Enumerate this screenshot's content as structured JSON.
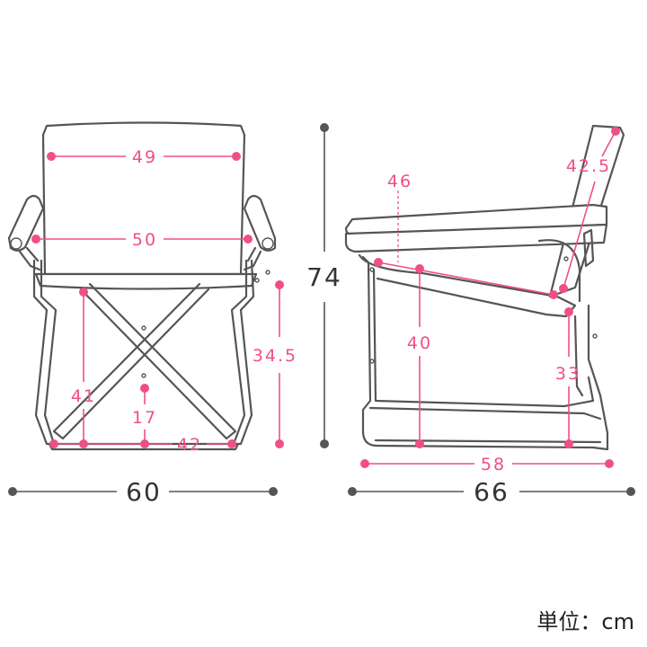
{
  "front_view": {
    "width": "60",
    "height": "74",
    "dims": {
      "back_width": "49",
      "arm_width": "50",
      "arm_height": "34.5",
      "leg_height": "41",
      "foot_height": "17",
      "foot_width": "42"
    }
  },
  "side_view": {
    "depth": "66",
    "dims": {
      "seat_depth": "46",
      "back_length": "42.5",
      "seat_height": "40",
      "arm_seat_height": "33",
      "base_depth": "58"
    }
  },
  "unit_label": "単位：cm",
  "colors": {
    "dimension": "#f04e8a",
    "outline": "#555555"
  }
}
